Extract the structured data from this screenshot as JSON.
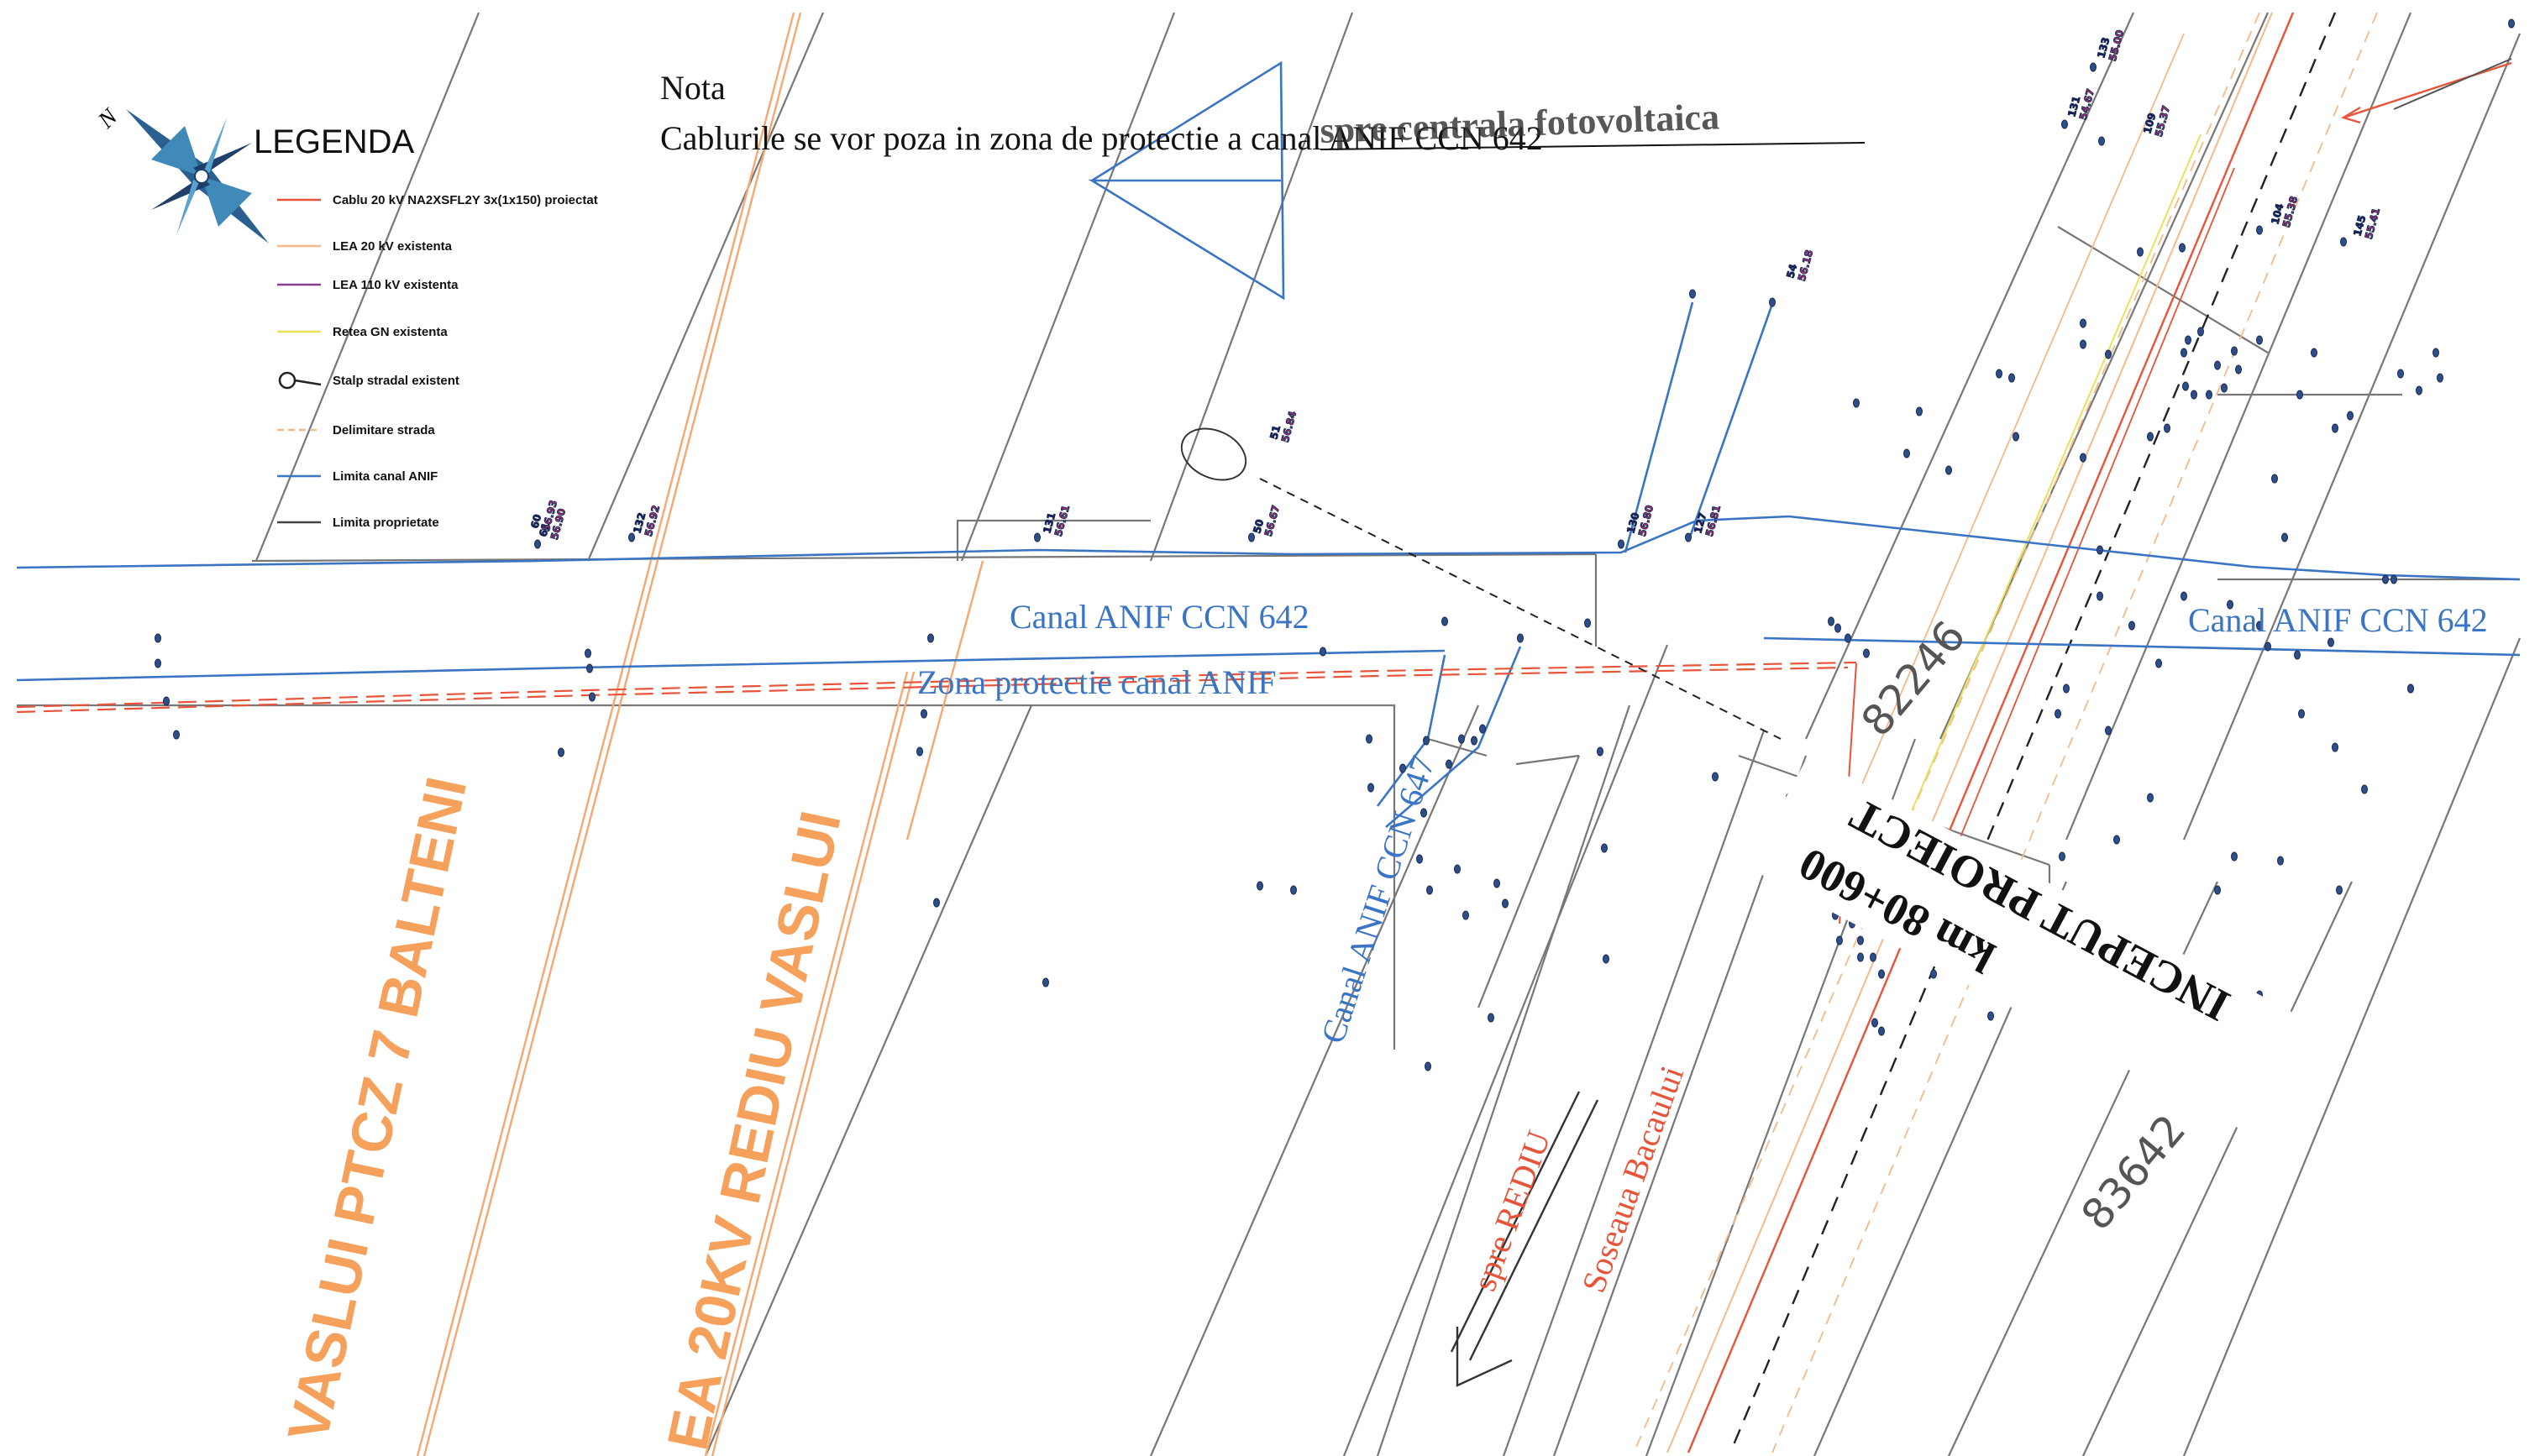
{
  "legend": {
    "title": "LEGENDA",
    "north": "N",
    "items": [
      {
        "label": "Cablu 20 kV NA2XSFL2Y 3x(1x150) proiectat",
        "color": "#e7543a",
        "style": "solid"
      },
      {
        "label": "LEA 20 kV existenta",
        "color": "#f5b98a",
        "style": "solid"
      },
      {
        "label": "LEA 110 kV existenta",
        "color": "#8a3d8f",
        "style": "solid"
      },
      {
        "label": "Retea GN existenta",
        "color": "#e8e25a",
        "style": "solid"
      },
      {
        "label": "Stalp stradal existent",
        "color": "#222222",
        "style": "symbol"
      },
      {
        "label": "Delimitare strada",
        "color": "#f5b98a",
        "style": "dashed"
      },
      {
        "label": "Limita canal ANIF",
        "color": "#3a74c4",
        "style": "solid"
      },
      {
        "label": "Limita proprietate",
        "color": "#444444",
        "style": "solid"
      }
    ]
  },
  "note": {
    "heading": "Nota",
    "text": "Cablurile se vor poza in zona de protectie a canal ANIF CCN 642",
    "overlay": "spre centrala fotovoltaica"
  },
  "labels": {
    "canal_642_center": "Canal ANIF  CCN 642",
    "canal_642_right": "Canal ANIF  CCN 642",
    "protection_zone": "Zona protectie canal ANIF",
    "canal_647": "Canal ANIF  CCN 647",
    "lea_balteni": "VASLUI PTCZ 7 BALTENI",
    "lea_rediu": "EA 20KV REDIU VASLUI",
    "start_project": "INCEPUT PROIECT",
    "km": "km 80+600",
    "parcel_1": "82246",
    "parcel_2": "83642",
    "spre_rediu": "spre REDIU",
    "soseaua": "Soseaua Bacaului"
  },
  "poles": [
    {
      "id": "61",
      "tag": "56.90"
    },
    {
      "id": "60",
      "tag": "56.93"
    },
    {
      "id": "132",
      "tag": "56.92"
    },
    {
      "id": "131",
      "tag": "56.61"
    },
    {
      "id": "50",
      "tag": "56.67"
    },
    {
      "id": "51",
      "tag": "56.84"
    },
    {
      "id": "130",
      "tag": "56.80"
    },
    {
      "id": "127",
      "tag": "56.81"
    },
    {
      "id": "54",
      "tag": "56.18"
    },
    {
      "id": "131",
      "tag": "54.67"
    },
    {
      "id": "133",
      "tag": "55.00"
    },
    {
      "id": "109",
      "tag": "55.37"
    },
    {
      "id": "104",
      "tag": "55.38"
    },
    {
      "id": "145",
      "tag": "55.41"
    }
  ],
  "colors": {
    "canal": "#3a74c4",
    "cable_proposed": "#e7543a",
    "lea_20kv": "#f5b98a",
    "property": "#555555"
  }
}
